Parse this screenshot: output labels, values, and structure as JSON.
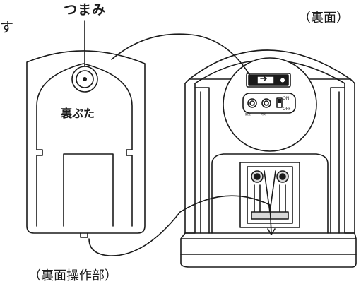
{
  "labels": {
    "knob": "つまみ",
    "back_title": "（裏面）",
    "cover": "裏ぶた",
    "fragment": "す",
    "rear_ops": "（裏面操作部）",
    "switch_on": "ON",
    "switch_off": "OFF",
    "button_a": "調整",
    "button_b": "時刻"
  },
  "colors": {
    "ink": "#1a1a1a",
    "grey": "#d9d9d9",
    "white": "#ffffff"
  }
}
